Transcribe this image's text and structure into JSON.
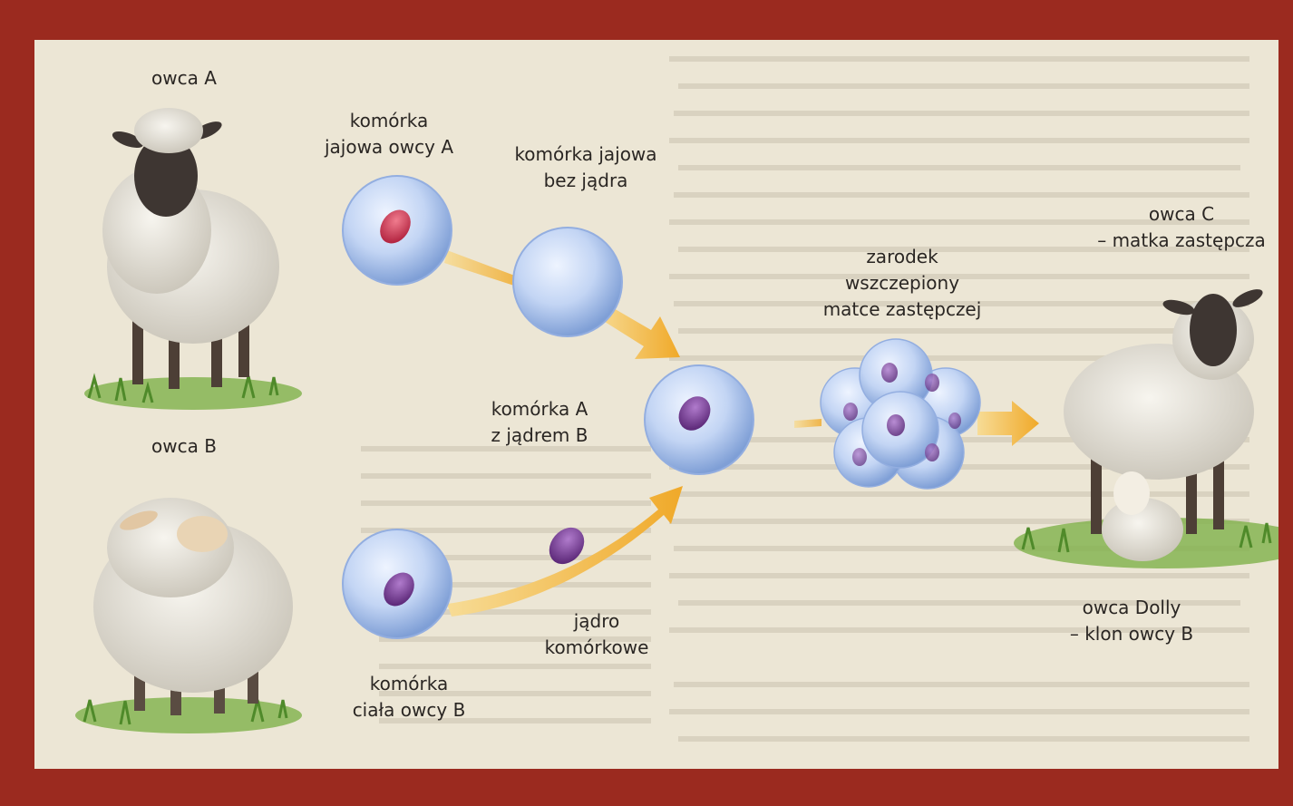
{
  "labels": {
    "sheep_a": "owca A",
    "egg_cell_a": "komórka\njajowa owcy A",
    "egg_no_nucleus": "komórka jajowa\nbez jądra",
    "sheep_b": "owca B",
    "cell_a_nucleus_b": "komórka A\nz jądrem B",
    "nucleus": "jądro\nkomórkowe",
    "body_cell_b": "komórka\nciała owcy B",
    "embryo": "zarodek\nwszczepiony\nmatce zastępczej",
    "sheep_c": "owca C\n– matka zastępcza",
    "dolly": "owca Dolly\n– klon owcy B"
  },
  "colors": {
    "frame": "#9b2a1f",
    "paper": "#ece6d5",
    "arrow": "#f2b53a",
    "cell": "#b9cdf0",
    "nucleus_red": "#c8354f",
    "nucleus_purple": "#7a3e93"
  }
}
